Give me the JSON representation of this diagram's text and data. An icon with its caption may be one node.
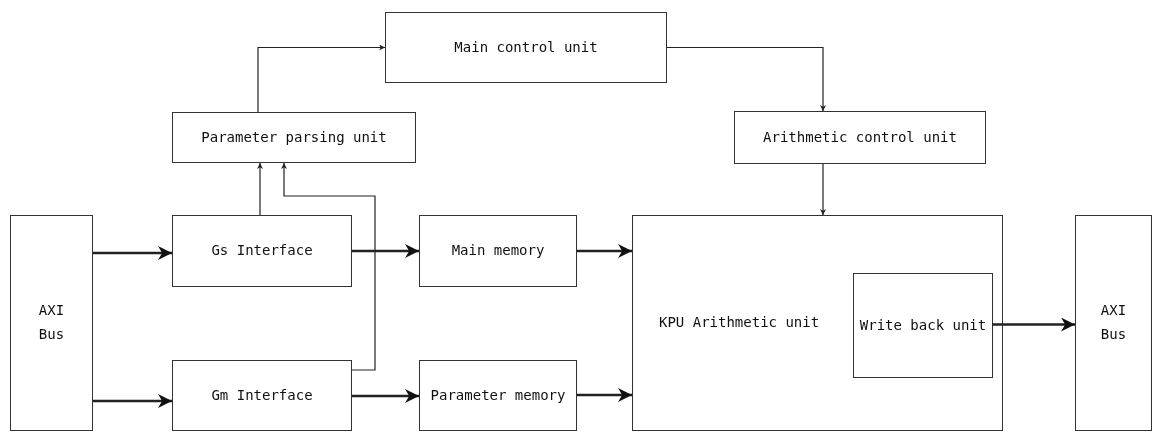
{
  "diagram": {
    "nodes": [
      {
        "text": [
          "Main control unit"
        ]
      },
      {
        "text": [
          "Parameter parsing unit"
        ]
      },
      {
        "text": [
          "Arithmetic control unit"
        ]
      },
      {
        "text": [
          "AXI Bus"
        ]
      },
      {
        "text": [
          "Gs Interface"
        ]
      },
      {
        "text": [
          "Main memory"
        ]
      },
      {
        "text": [
          "KPU Arithmetic unit"
        ]
      },
      {
        "text": [
          "Write back unit"
        ],
        "in": 6
      },
      {
        "text": [
          "Gm Interface"
        ]
      },
      {
        "text": [
          "Parameter memory"
        ]
      },
      {
        "text": [
          "AXI Bus"
        ]
      }
    ],
    "edges": [
      {
        "from": 1,
        "to": 0,
        "arrow": "to"
      },
      {
        "from": 0,
        "to": 2,
        "arrow": "to"
      },
      {
        "from": 2,
        "to": 6,
        "arrow": "to"
      },
      {
        "from": 3,
        "to": 4,
        "arrow": "to"
      },
      {
        "from": 3,
        "to": 8,
        "arrow": "to"
      },
      {
        "from": 4,
        "to": 1,
        "arrow": "to"
      },
      {
        "from": 8,
        "to": 1,
        "arrow": "to"
      },
      {
        "from": 4,
        "to": 5,
        "arrow": "to"
      },
      {
        "from": 8,
        "to": 9,
        "arrow": "to"
      },
      {
        "from": 5,
        "to": 6,
        "arrow": "to"
      },
      {
        "from": 9,
        "to": 6,
        "arrow": "to"
      },
      {
        "from": 7,
        "to": 10,
        "arrow": "to"
      }
    ]
  }
}
